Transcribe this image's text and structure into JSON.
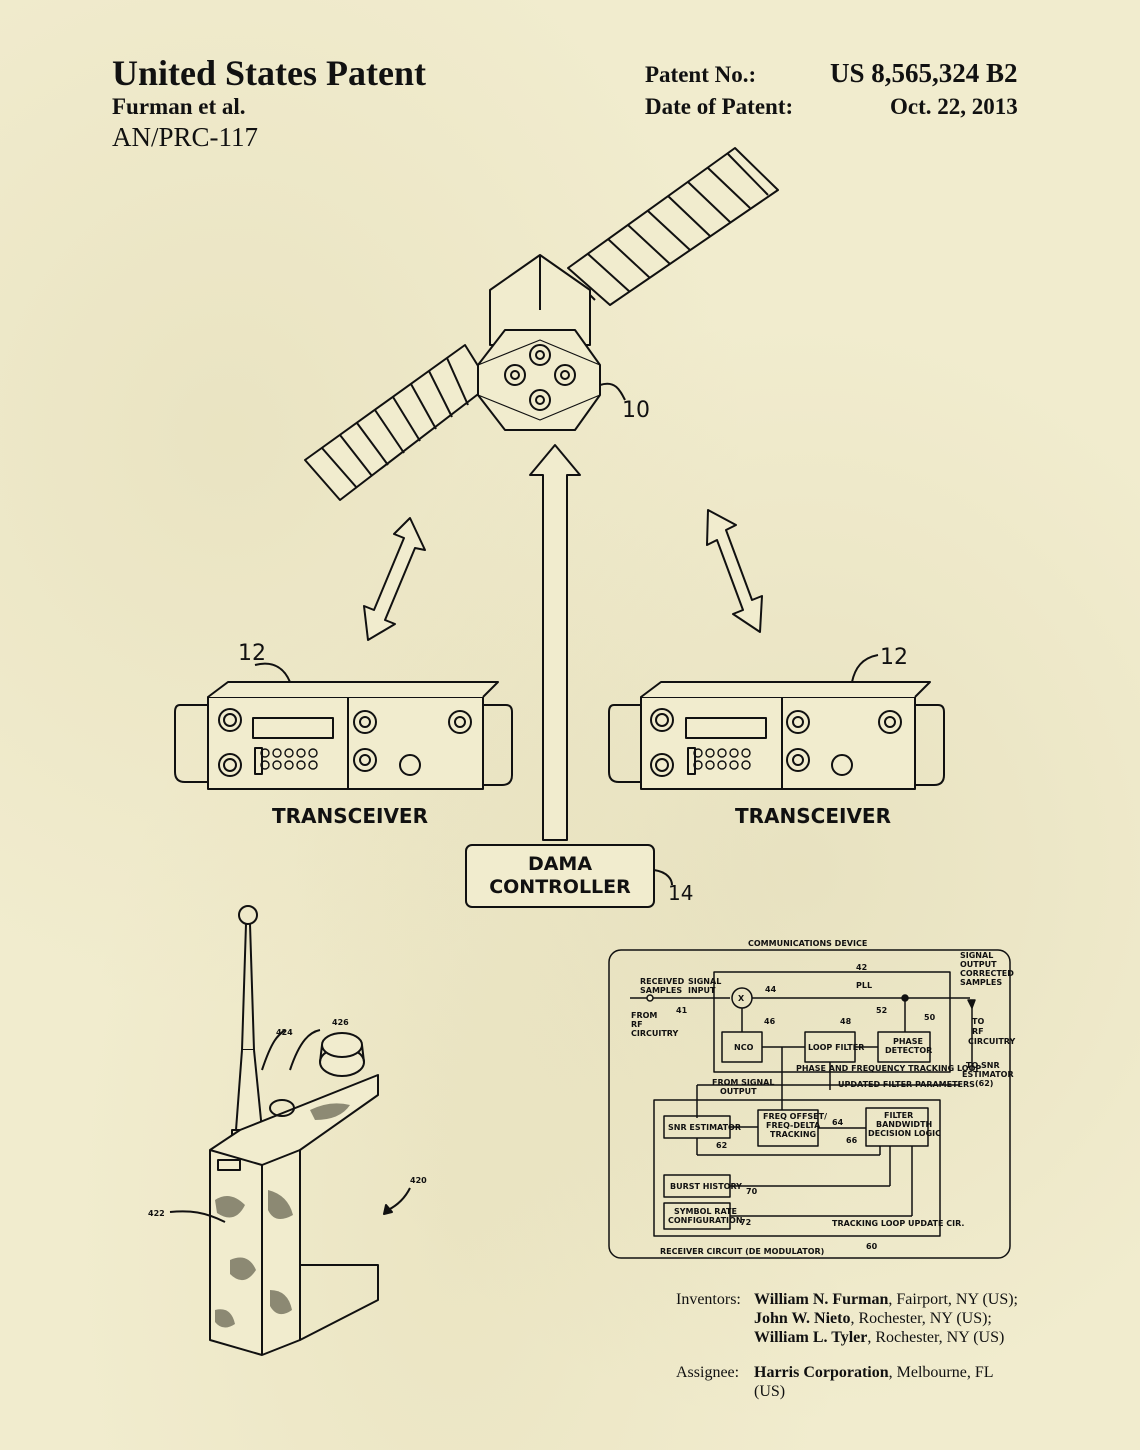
{
  "header": {
    "title": "United States Patent",
    "inventor_short": "Furman et al.",
    "model": "AN/PRC-117",
    "patent_no_label": "Patent No.:",
    "patent_no_value": "US 8,565,324 B2",
    "date_label": "Date of Patent:",
    "date_value": "Oct. 22, 2013"
  },
  "figure1": {
    "ref_satellite": "10",
    "ref_transceiver_left": "12",
    "ref_transceiver_right": "12",
    "transceiver_label_left": "TRANSCEIVER",
    "transceiver_label_right": "TRANSCEIVER",
    "dama_line1": "DAMA",
    "dama_line2": "CONTROLLER",
    "ref_dama": "14"
  },
  "figure_radio": {
    "ref_424": "424",
    "ref_426": "426",
    "ref_420": "420",
    "ref_422": "422"
  },
  "block_diagram": {
    "title": "COMMUNICATIONS DEVICE",
    "received_samples": [
      "RECEIVED",
      "SAMPLES"
    ],
    "signal_input": [
      "SIGNAL",
      "INPUT"
    ],
    "from_rf": [
      "FROM",
      "RF",
      "CIRCUITRY"
    ],
    "ref_41": "41",
    "ref_42": "42",
    "pll": "PLL",
    "ref_44": "44",
    "multiplier": "X",
    "signal_output": [
      "SIGNAL",
      "OUTPUT",
      "CORRECTED",
      "SAMPLES"
    ],
    "to_rf": [
      "TO",
      "RF",
      "CIRCUITRY"
    ],
    "to_snr": [
      "TO SNR",
      "ESTIMATOR",
      "(62)"
    ],
    "ref_52": "52",
    "ref_46": "46",
    "ref_48": "48",
    "ref_50": "50",
    "nco": "NCO",
    "loop_filter": "LOOP FILTER",
    "phase_detector": [
      "PHASE",
      "DETECTOR"
    ],
    "phase_loop_label": "PHASE  AND FREQUENCY TRACKING LOOP",
    "from_signal_output": [
      "FROM SIGNAL",
      "OUTPUT"
    ],
    "updated_filter": "UPDATED FILTER PARAMETERS",
    "snr_estimator": "SNR ESTIMATOR",
    "ref_62": "62",
    "freq_offset": [
      "FREQ OFFSET/",
      "FREQ-DELTA",
      "TRACKING"
    ],
    "ref_64": "64",
    "filter_logic": [
      "FILTER",
      "BANDWIDTH",
      "DECISION LOGIC"
    ],
    "ref_66": "66",
    "burst_history": "BURST HISTORY",
    "ref_70": "70",
    "symbol_rate": [
      "SYMBOL RATE",
      "CONFIGURATION"
    ],
    "ref_72": "72",
    "tracking_loop_update": "TRACKING LOOP UPDATE CIR.",
    "receiver_circuit": "RECEIVER CIRCUIT (DE MODULATOR)",
    "ref_60": "60"
  },
  "credits": {
    "inventors_label": "Inventors:",
    "inventor1_name": "William N. Furman",
    "inventor1_loc": ", Fairport, NY (US);",
    "inventor2_name": "John W. Nieto",
    "inventor2_loc": ", Rochester, NY (US);",
    "inventor3_name": "William L. Tyler",
    "inventor3_loc": ", Rochester, NY (US)",
    "assignee_label": "Assignee:",
    "assignee_name": "Harris Corporation",
    "assignee_loc": ", Melbourne, FL (US)"
  }
}
